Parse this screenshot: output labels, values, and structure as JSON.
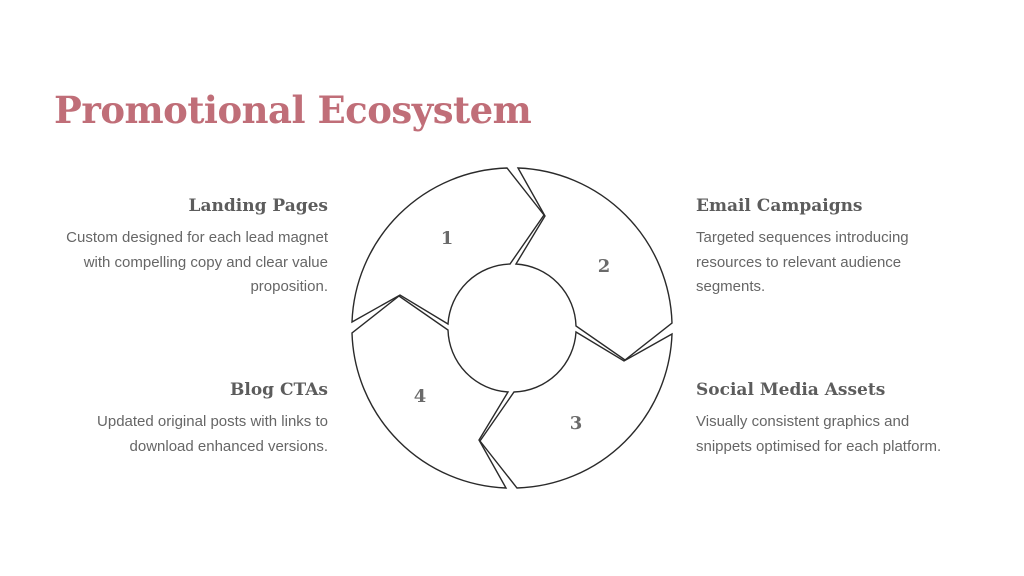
{
  "title": "Promotional Ecosystem",
  "steps": [
    {
      "number": "1",
      "heading": "Landing Pages",
      "text": "Custom designed for each lead magnet with compelling copy and clear value proposition."
    },
    {
      "number": "2",
      "heading": "Email Campaigns",
      "text": "Targeted sequences introducing resources to relevant audience segments."
    },
    {
      "number": "3",
      "heading": "Social Media Assets",
      "text": "Visually consistent graphics and snippets optimised for each platform."
    },
    {
      "number": "4",
      "heading": "Blog CTAs",
      "text": "Updated original posts with links to download enhanced versions."
    }
  ]
}
